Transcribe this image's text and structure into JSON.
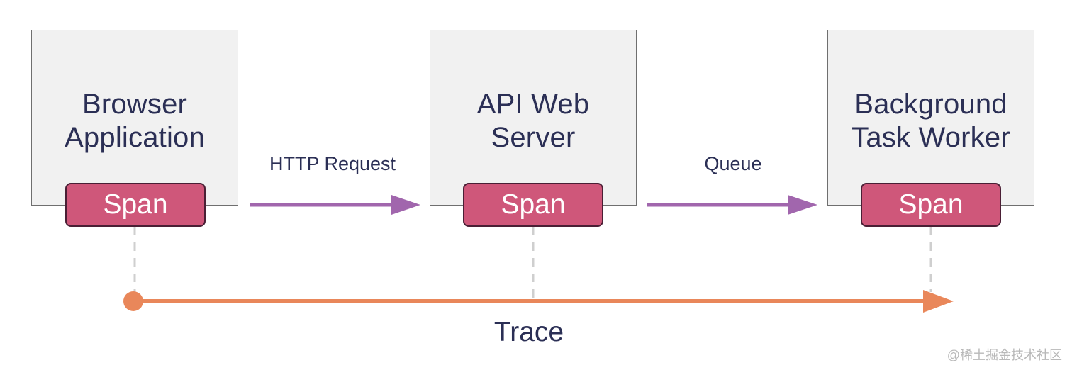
{
  "nodes": [
    {
      "title_line1": "Browser",
      "title_line2": "Application",
      "span_label": "Span"
    },
    {
      "title_line1": "API Web",
      "title_line2": "Server",
      "span_label": "Span"
    },
    {
      "title_line1": "Background",
      "title_line2": "Task Worker",
      "span_label": "Span"
    }
  ],
  "connections": [
    {
      "label": "HTTP Request"
    },
    {
      "label": "Queue"
    }
  ],
  "trace": {
    "label": "Trace"
  },
  "watermark": "@稀土掘金技术社区",
  "colors": {
    "box_fill": "#f1f1f1",
    "box_border": "#6f6f6f",
    "span_fill": "#cf577a",
    "span_border": "#4a1f35",
    "flow_arrow": "#a166ad",
    "trace_arrow": "#e9875a",
    "dashed_line": "#cfcfcf",
    "text": "#2b2f55",
    "watermark": "#b8b8b8"
  }
}
